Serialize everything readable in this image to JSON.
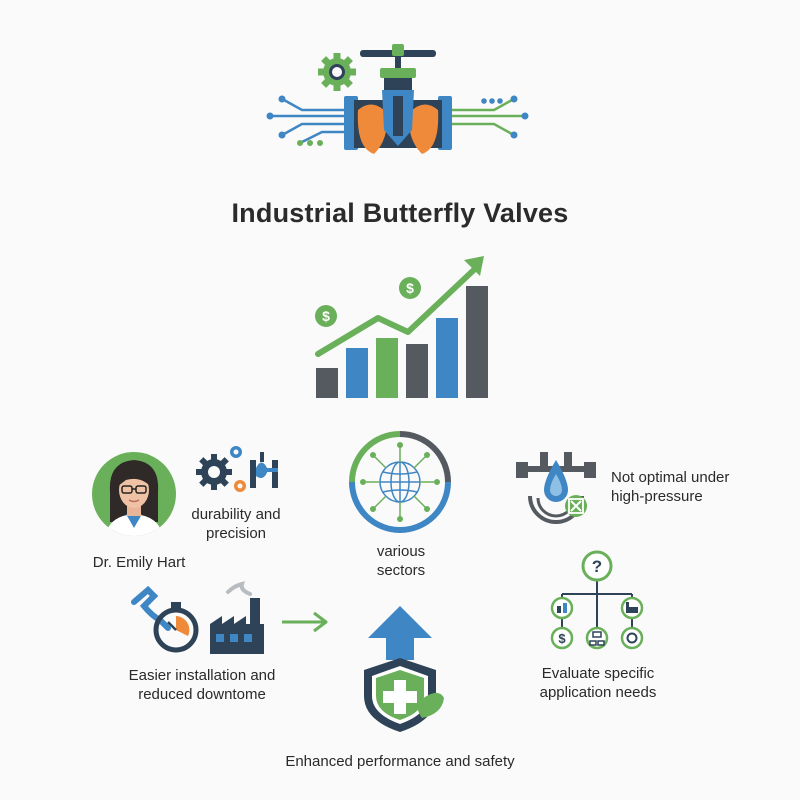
{
  "title": "Industrial Butterfly Valves",
  "person": {
    "name": "Dr. Emily Hart"
  },
  "labels": {
    "durability": "durability and precision",
    "sectors": "various sectors",
    "not_optimal": "Not optimal under high-pressure",
    "installation": "Easier installation and reduced downtome",
    "evaluate": "Evaluate specific application needs",
    "enhanced": "Enhanced performance and safety"
  },
  "icons": {
    "top": "butterfly-valve-icon",
    "growth": "growth-chart-icon",
    "person": "engineer-avatar-icon",
    "gears": "gears-valve-icon",
    "globe": "globe-network-icon",
    "pressure": "pressure-drop-icon",
    "tools": "wrench-stopwatch-factory-icon",
    "arrow": "right-arrow-icon",
    "shield": "shield-arrow-icon",
    "tree": "decision-tree-icon"
  },
  "colors": {
    "green": "#6ab05a",
    "blue": "#3f86c4",
    "gray": "#555a60",
    "orange": "#ee8a3a",
    "navy": "#2f4358"
  }
}
